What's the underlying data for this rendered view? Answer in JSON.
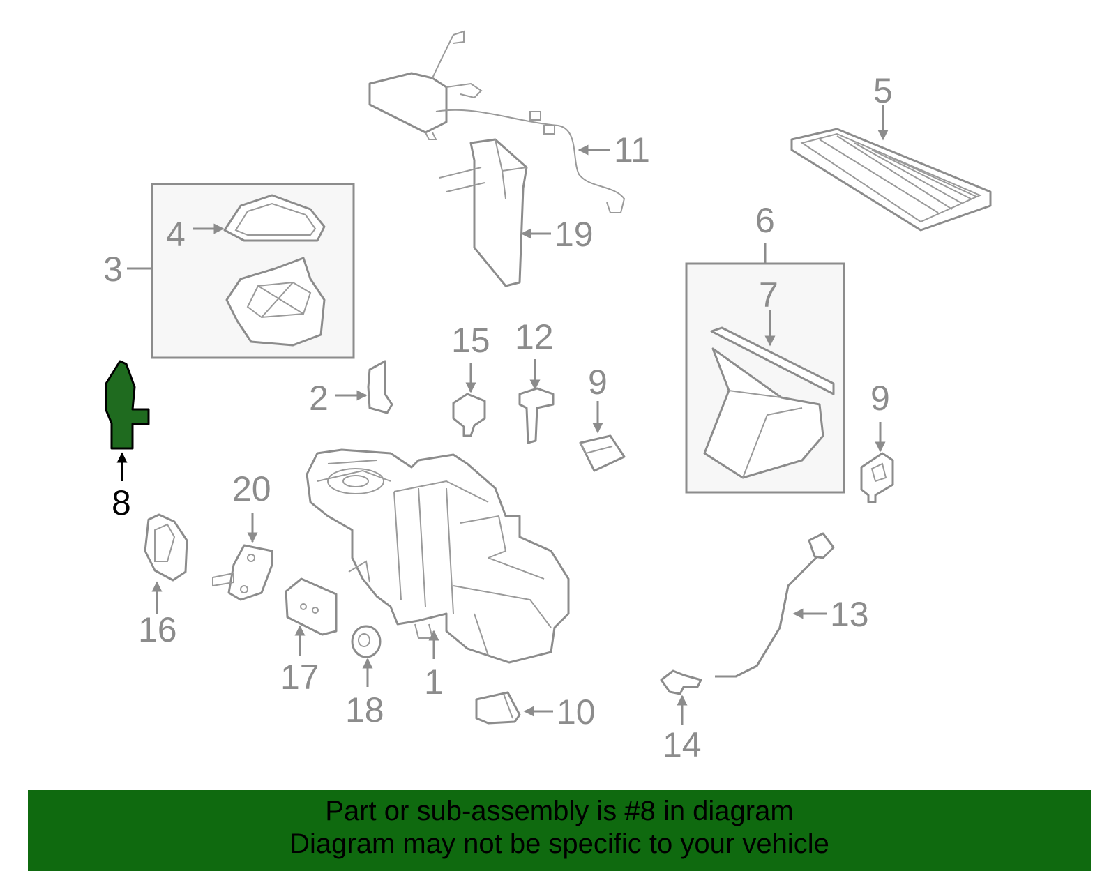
{
  "callouts": {
    "c1": "1",
    "c2": "2",
    "c3": "3",
    "c4": "4",
    "c5": "5",
    "c6": "6",
    "c7": "7",
    "c8": "8",
    "c9a": "9",
    "c9b": "9",
    "c10": "10",
    "c11": "11",
    "c12": "12",
    "c13": "13",
    "c14": "14",
    "c15": "15",
    "c16": "16",
    "c17": "17",
    "c18": "18",
    "c19": "19",
    "c20": "20"
  },
  "highlight": {
    "part": "8",
    "color": "#1f6b1f"
  },
  "banner": {
    "line1": "Part or sub-assembly is #8 in diagram",
    "line2": "Diagram may not be specific to your vehicle",
    "background": "#0f6a0f"
  }
}
